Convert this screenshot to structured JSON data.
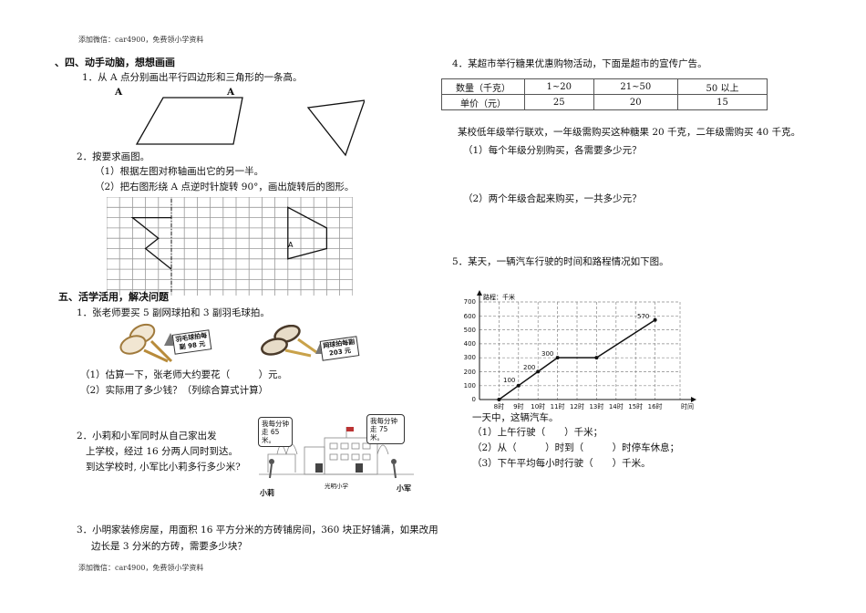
{
  "watermark": {
    "top": "添加微信：car4900，免费领小学资料",
    "bottom": "添加微信：car4900，免费领小学资料"
  },
  "section4": {
    "title": "、四、动手动脑，想想画画",
    "q1": {
      "text": "1．从 A 点分别画出平行四边形和三角形的一条高。",
      "label_a1": "A",
      "label_a2": "A"
    },
    "q2": {
      "text": "2．按要求画图。",
      "sub1": "（1）根据左图对称轴画出它的另一半。",
      "sub2": "（2）把右图形绕 A 点逆时针旋转 90°，画出旋转后的图形。",
      "grid_label_a": "A"
    }
  },
  "section5": {
    "title": "五、活学活用，解决问题",
    "q1": {
      "text": "1．张老师要买 5 副网球拍和 3 副羽毛球拍。",
      "tag_badminton_line1": "羽毛球拍每",
      "tag_badminton_line2": "副 98 元",
      "tag_tennis_line1": "网球拍每副",
      "tag_tennis_line2": "203 元",
      "sub1": "（1）估算一下，张老师大约要花（　　　）元。",
      "sub2": "（2）实际用了多少钱？（列综合算式计算）"
    },
    "q2": {
      "line1": "2．小莉和小军同时从自己家出发",
      "line2": "上学校，经过 16 分两人同时到达。",
      "line3": "到达学校时, 小军比小莉多行多少米?",
      "bubble_left": "我每分钟走 65 米。",
      "bubble_right": "我每分钟走 75 米。",
      "school_name": "光明小学",
      "name_left": "小莉",
      "name_right": "小军"
    },
    "q3": {
      "line1": "3．小明家装修房屋，用面积 16 平方分米的方砖铺房间，360 块正好铺满，如果改用",
      "line2": "边长是 3 分米的方砖，需要多少块？"
    },
    "q4": {
      "text": "4．某超市举行糖果优惠购物活动，下面是超市的宣传广告。",
      "table": {
        "rows": [
          [
            "数量（千克）",
            "1~20",
            "21~50",
            "50 以上"
          ],
          [
            "单价（元）",
            "25",
            "20",
            "15"
          ]
        ]
      },
      "context": "某校低年级举行联欢，一年级需购买这种糖果 20 千克，二年级需购买 40 千克。",
      "sub1": "（1）每个年级分别购买，各需要多少元？",
      "sub2": "（2）两个年级合起来购买，一共多少元？"
    },
    "q5": {
      "text": "5．某天，一辆汽车行驶的时间和路程情况如下图。",
      "after_chart": "一天中，这辆汽车。",
      "sub1": "（1）上午行驶（　　）千米；",
      "sub2": "（2）从（　　　）时到（　　　）时停车休息；",
      "sub3": "（3）下午平均每小时行驶（　　）千米。"
    }
  },
  "chart_data": {
    "type": "line",
    "title": "",
    "xlabel": "时间",
    "ylabel": "路程：千米",
    "categories": [
      "8时",
      "9时",
      "10时",
      "11时",
      "12时",
      "13时",
      "14时",
      "15时",
      "16时"
    ],
    "y_ticks": [
      "0",
      "100",
      "200",
      "300",
      "400",
      "500",
      "600",
      "700"
    ],
    "ylim": [
      0,
      700
    ],
    "grid": true,
    "series": [
      {
        "name": "路程",
        "x": [
          "8时",
          "9时",
          "10时",
          "11时",
          "13时",
          "16时"
        ],
        "values": [
          0,
          100,
          200,
          300,
          300,
          570
        ]
      }
    ],
    "annotations": [
      "100",
      "200",
      "300",
      "570"
    ]
  }
}
